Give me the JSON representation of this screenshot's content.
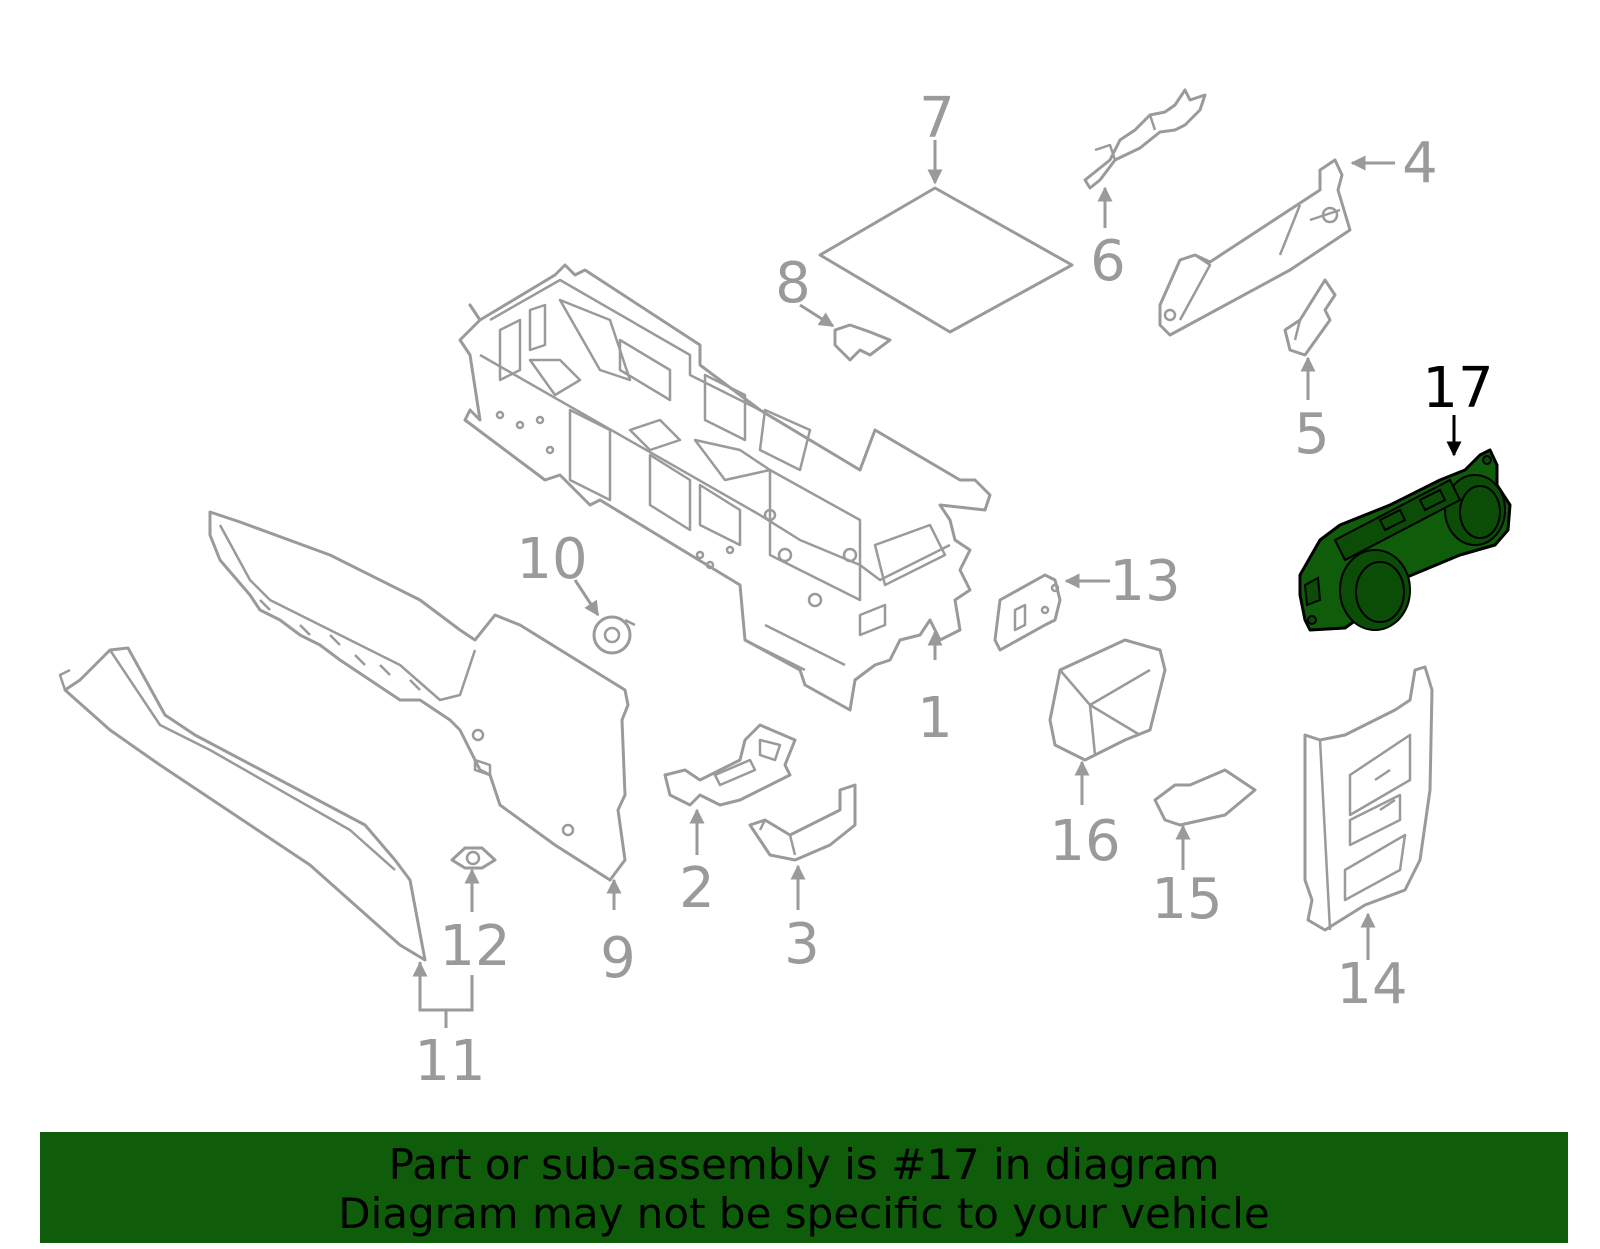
{
  "diagram": {
    "callouts": [
      "1",
      "2",
      "3",
      "4",
      "5",
      "6",
      "7",
      "8",
      "9",
      "10",
      "11",
      "12",
      "13",
      "14",
      "15",
      "16",
      "17"
    ],
    "highlighted_callout": "17",
    "highlight_color": "#0f5c0a",
    "line_color": "#9a9a9a"
  },
  "banner": {
    "line1": "Part or sub-assembly is #17 in diagram",
    "line2": "Diagram may not be specific to your vehicle",
    "background": "#0f5c0a"
  }
}
